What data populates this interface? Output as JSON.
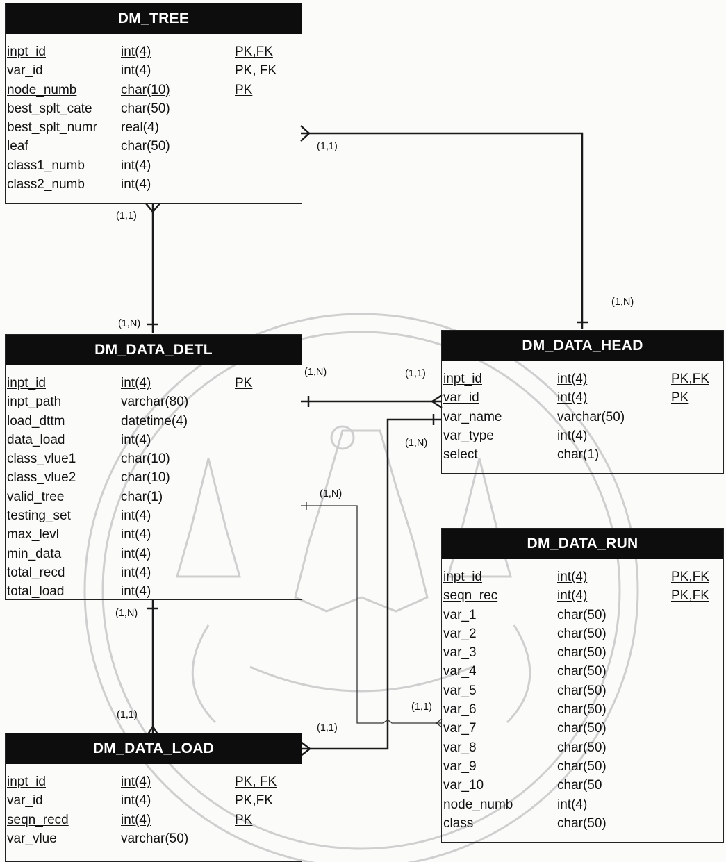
{
  "entities": {
    "dm_tree": {
      "title": "DM_TREE",
      "attributes": [
        {
          "name": "inpt_id",
          "type": "int(4)",
          "key": "PK,FK",
          "underline": true
        },
        {
          "name": "var_id",
          "type": "int(4)",
          "key": "PK, FK",
          "underline": true
        },
        {
          "name": "node_numb",
          "type": "char(10)",
          "key": "PK",
          "underline": true
        },
        {
          "name": "best_splt_cate",
          "type": "char(50)",
          "key": "",
          "underline": false
        },
        {
          "name": "best_splt_numr",
          "type": "real(4)",
          "key": "",
          "underline": false
        },
        {
          "name": "leaf",
          "type": "char(50)",
          "key": "",
          "underline": false
        },
        {
          "name": "class1_numb",
          "type": "int(4)",
          "key": "",
          "underline": false
        },
        {
          "name": "class2_numb",
          "type": "int(4)",
          "key": "",
          "underline": false
        }
      ]
    },
    "dm_data_detl": {
      "title": "DM_DATA_DETL",
      "attributes": [
        {
          "name": "inpt_id",
          "type": "int(4)",
          "key": "PK",
          "underline": true
        },
        {
          "name": "inpt_path",
          "type": "varchar(80)",
          "key": "",
          "underline": false
        },
        {
          "name": "load_dttm",
          "type": "datetime(4)",
          "key": "",
          "underline": false
        },
        {
          "name": "data_load",
          "type": "int(4)",
          "key": "",
          "underline": false
        },
        {
          "name": "class_vlue1",
          "type": "char(10)",
          "key": "",
          "underline": false
        },
        {
          "name": "class_vlue2",
          "type": "char(10)",
          "key": "",
          "underline": false
        },
        {
          "name": "valid_tree",
          "type": "char(1)",
          "key": "",
          "underline": false
        },
        {
          "name": "testing_set",
          "type": "int(4)",
          "key": "",
          "underline": false
        },
        {
          "name": "max_levl",
          "type": "int(4)",
          "key": "",
          "underline": false
        },
        {
          "name": "min_data",
          "type": "int(4)",
          "key": "",
          "underline": false
        },
        {
          "name": "total_recd",
          "type": "int(4)",
          "key": "",
          "underline": false
        },
        {
          "name": "total_load",
          "type": "int(4)",
          "key": "",
          "underline": false
        }
      ]
    },
    "dm_data_head": {
      "title": "DM_DATA_HEAD",
      "attributes": [
        {
          "name": "inpt_id",
          "type": "int(4)",
          "key": "PK,FK",
          "underline": true
        },
        {
          "name": "var_id",
          "type": "int(4)",
          "key": "PK",
          "underline": true
        },
        {
          "name": "var_name",
          "type": "varchar(50)",
          "key": "",
          "underline": false
        },
        {
          "name": "var_type",
          "type": "int(4)",
          "key": "",
          "underline": false
        },
        {
          "name": "select",
          "type": "char(1)",
          "key": "",
          "underline": false
        }
      ]
    },
    "dm_data_run": {
      "title": "DM_DATA_RUN",
      "attributes": [
        {
          "name": "inpt_id",
          "type": "int(4)",
          "key": "PK,FK",
          "underline": true
        },
        {
          "name": "seqn_rec",
          "type": "int(4)",
          "key": "PK,FK",
          "underline": true
        },
        {
          "name": "var_1",
          "type": "char(50)",
          "key": "",
          "underline": false
        },
        {
          "name": "var_2",
          "type": "char(50)",
          "key": "",
          "underline": false
        },
        {
          "name": "var_3",
          "type": "char(50)",
          "key": "",
          "underline": false
        },
        {
          "name": "var_4",
          "type": "char(50)",
          "key": "",
          "underline": false
        },
        {
          "name": "var_5",
          "type": "char(50)",
          "key": "",
          "underline": false
        },
        {
          "name": "var_6",
          "type": "char(50)",
          "key": "",
          "underline": false
        },
        {
          "name": "var_7",
          "type": "char(50)",
          "key": "",
          "underline": false
        },
        {
          "name": "var_8",
          "type": "char(50)",
          "key": "",
          "underline": false
        },
        {
          "name": "var_9",
          "type": "char(50)",
          "key": "",
          "underline": false
        },
        {
          "name": "var_10",
          "type": "char(50",
          "key": "",
          "underline": false
        },
        {
          "name": "node_numb",
          "type": "int(4)",
          "key": "",
          "underline": false
        },
        {
          "name": "class",
          "type": "char(50)",
          "key": "",
          "underline": false
        }
      ]
    },
    "dm_data_load": {
      "title": "DM_DATA_LOAD",
      "attributes": [
        {
          "name": "inpt_id",
          "type": "int(4)",
          "key": "PK, FK",
          "underline": true
        },
        {
          "name": "var_id",
          "type": "int(4)",
          "key": "PK,FK",
          "underline": true
        },
        {
          "name": "seqn_recd",
          "type": "int(4)",
          "key": "PK",
          "underline": true
        },
        {
          "name": "var_vlue",
          "type": "varchar(50)",
          "key": "",
          "underline": false
        }
      ]
    }
  },
  "cardinalities": {
    "tree_head_tree_side": "(1,1)",
    "tree_head_head_side": "(1,N)",
    "tree_detl_tree_side": "(1,1)",
    "tree_detl_detl_side": "(1,N)",
    "detl_head_detl_side": "(1,N)",
    "detl_head_head_side": "(1,1)",
    "head_load_head_side": "(1,N)",
    "detl_run_detl_side": "(1,N)",
    "detl_run_run_side": "(1,1)",
    "detl_load_detl_side": "(1,N)",
    "detl_load_load_side": "(1,1)",
    "load_head_load_side": "(1,1)"
  },
  "colors": {
    "header": "#0d0d0d",
    "line": "#222222",
    "watermark": "#c8c8c8"
  }
}
